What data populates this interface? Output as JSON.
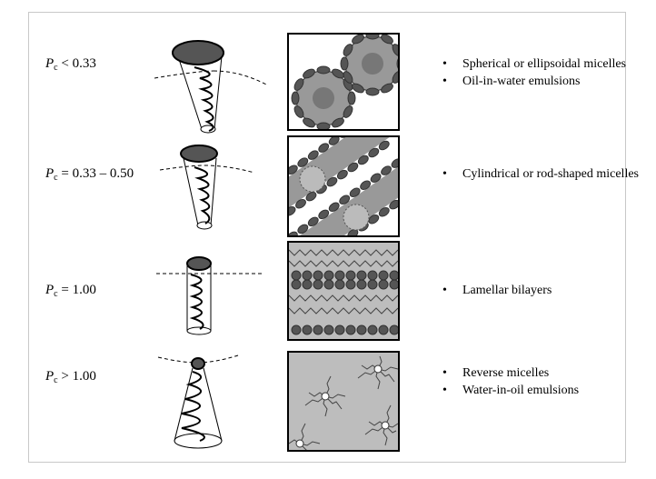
{
  "rows": [
    {
      "p": "P",
      "sub": "c",
      "rel": " < 0.33",
      "bullets": [
        "Spherical or ellipsoidal micelles",
        "Oil-in-water emulsions"
      ]
    },
    {
      "p": "P",
      "sub": "c",
      "rel": " = 0.33 – 0.50",
      "bullets": [
        "Cylindrical or rod-shaped micelles"
      ]
    },
    {
      "p": "P",
      "sub": "c",
      "rel": " = 1.00",
      "bullets": [
        "Lamellar bilayers"
      ]
    },
    {
      "p": "P",
      "sub": "c",
      "rel": " > 1.00",
      "bullets": [
        "Reverse micelles",
        "Water-in-oil emulsions"
      ]
    }
  ],
  "bullet_glyph": "•",
  "colors": {
    "head": "#555555",
    "panel_bg": "#bdbdbd",
    "outline": "#000000"
  }
}
